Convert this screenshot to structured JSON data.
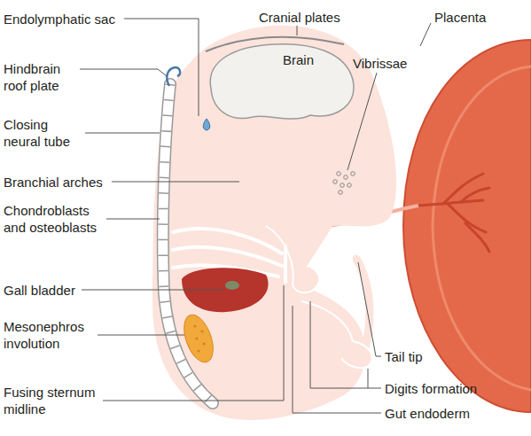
{
  "diagram": {
    "labels": [
      "Endolymphatic sac",
      "Cranial plates",
      "Brain",
      "Vibrissae",
      "Placenta",
      "Hindbrain roof plate",
      "Closing neural tube",
      "Branchial arches",
      "Chondroblasts and osteoblasts",
      "Gall bladder",
      "Mesonephros involution",
      "Fusing sternum midline",
      "Tail tip",
      "Digits formation",
      "Gut endoderm"
    ]
  }
}
